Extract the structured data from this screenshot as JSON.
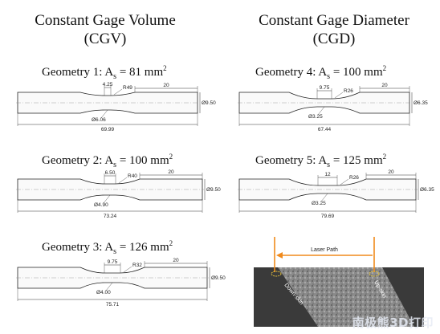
{
  "left_column": {
    "title_line1": "Constant Gage Volume",
    "title_line2": "(CGV)"
  },
  "right_column": {
    "title_line1": "Constant Gage Diameter",
    "title_line2": "(CGD)"
  },
  "geometries": [
    {
      "title_prefix": "Geometry 1: A",
      "title_sub": "s",
      "title_value": " = 81 mm",
      "title_sup": "2",
      "gage_length": "4.25",
      "radius": "R49",
      "grip_length": "20",
      "grip_diameter": "Ø9.50",
      "gage_diameter": "Ø6.06",
      "overall_length": "69.99"
    },
    {
      "title_prefix": "Geometry 2: A",
      "title_sub": "s",
      "title_value": " = 100 mm",
      "title_sup": "2",
      "gage_length": "6.50",
      "radius": "R40",
      "grip_length": "20",
      "grip_diameter": "Ø9.50",
      "gage_diameter": "Ø4.90",
      "overall_length": "73.24"
    },
    {
      "title_prefix": "Geometry 3: A",
      "title_sub": "s",
      "title_value": " = 126 mm",
      "title_sup": "2",
      "gage_length": "9.75",
      "radius": "R32",
      "grip_length": "20",
      "grip_diameter": "Ø9.50",
      "gage_diameter": "Ø4.00",
      "overall_length": "75.71"
    },
    {
      "title_prefix": "Geometry 4: A",
      "title_sub": "s",
      "title_value": " = 100 mm",
      "title_sup": "2",
      "gage_length": "9.75",
      "radius": "R26",
      "grip_length": "20",
      "grip_diameter": "Ø6.35",
      "gage_diameter": "Ø3.25",
      "overall_length": "67.44"
    },
    {
      "title_prefix": "Geometry 5: A",
      "title_sub": "s",
      "title_value": " = 125 mm",
      "title_sup": "2",
      "gage_length": "12",
      "radius": "R26",
      "grip_length": "20",
      "grip_diameter": "Ø6.35",
      "gage_diameter": "Ø3.25",
      "overall_length": "79.69"
    }
  ],
  "laser_panel": {
    "laser_path_label": "Laser Path",
    "down_skin_label": "Down-skin",
    "up_skin_label": "Up-skin",
    "laser_color": "#f08a1c",
    "plate_color": "#7a7a7a"
  },
  "watermark": "南极熊3D打印"
}
